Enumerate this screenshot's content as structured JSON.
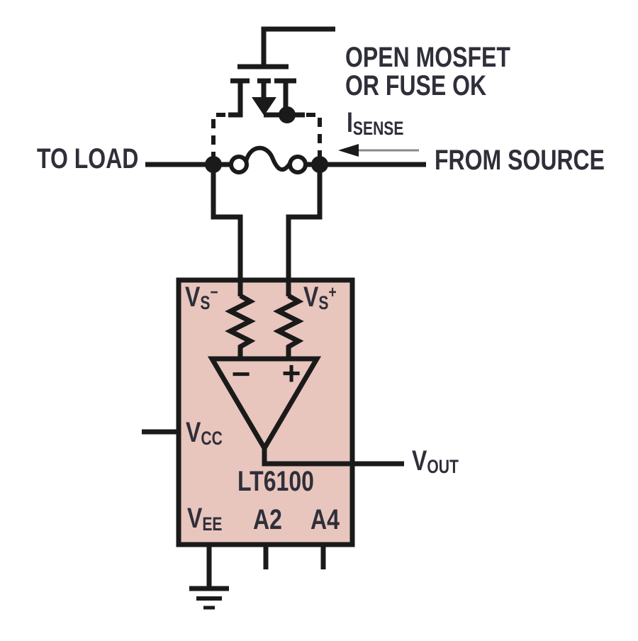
{
  "colors": {
    "bg": "#ffffff",
    "wire": "#1a1a1a",
    "text": "#2f2f3a",
    "box-fill": "#e8c6bd",
    "arrow-line": "#8a8a8a",
    "fuse-fill": "#ffffff"
  },
  "labels": {
    "annotation": {
      "line1": "OPEN MOSFET",
      "line2": "OR FUSE OK"
    },
    "isense": {
      "base": "I",
      "sub": "SENSE"
    },
    "to_load": "TO LOAD",
    "from_source": "FROM SOURCE",
    "vs_minus": {
      "base": "V",
      "sub": "S",
      "sup": "−"
    },
    "vs_plus": {
      "base": "V",
      "sub": "S",
      "sup": "+"
    },
    "opamp": {
      "minus": "−",
      "plus": "+"
    },
    "vcc": {
      "base": "V",
      "sub": "CC"
    },
    "vout": {
      "base": "V",
      "sub": "OUT"
    },
    "chip_name": "LT6100",
    "vee": {
      "base": "V",
      "sub": "EE"
    },
    "pin_a2": "A2",
    "pin_a4": "A4"
  }
}
